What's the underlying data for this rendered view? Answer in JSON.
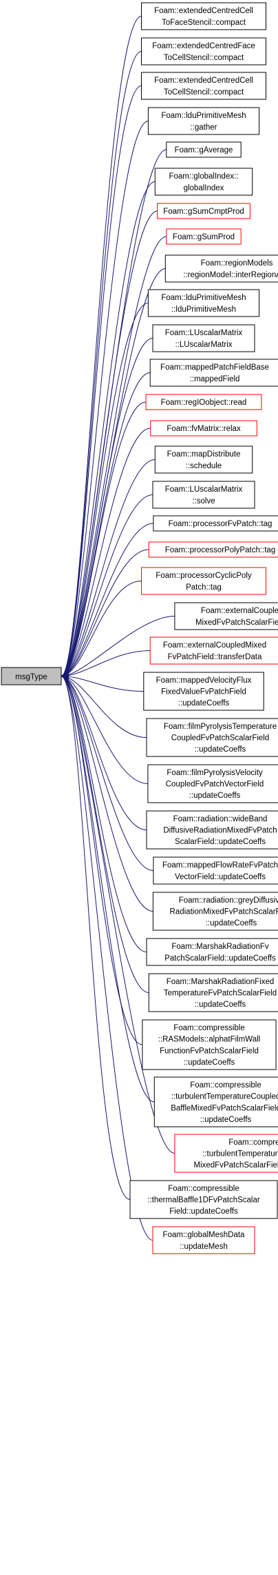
{
  "root": {
    "label": "msgType"
  },
  "colors": {
    "edge": "#191970",
    "box_black": "#000000",
    "box_red": "#ff0000",
    "root_fill": "#bfbfbf"
  },
  "callers": [
    {
      "lines": [
        "Foam::extendedCentredCell",
        "ToFaceStencil::compact"
      ],
      "border": "black"
    },
    {
      "lines": [
        "Foam::extendedCentredFace",
        "ToCellStencil::compact"
      ],
      "border": "black"
    },
    {
      "lines": [
        "Foam::extendedCentredCell",
        "ToCellStencil::compact"
      ],
      "border": "black"
    },
    {
      "lines": [
        "Foam::lduPrimitiveMesh",
        "::gather"
      ],
      "border": "black"
    },
    {
      "lines": [
        "Foam::gAverage"
      ],
      "border": "black"
    },
    {
      "lines": [
        "Foam::globalIndex::",
        "globalIndex"
      ],
      "border": "black"
    },
    {
      "lines": [
        "Foam::gSumCmptProd"
      ],
      "border": "red"
    },
    {
      "lines": [
        "Foam::gSumProd"
      ],
      "border": "red"
    },
    {
      "lines": [
        "Foam::regionModels",
        "::regionModel::interRegionAMI"
      ],
      "border": "black"
    },
    {
      "lines": [
        "Foam::lduPrimitiveMesh",
        "::lduPrimitiveMesh"
      ],
      "border": "black"
    },
    {
      "lines": [
        "Foam::LUscalarMatrix",
        "::LUscalarMatrix"
      ],
      "border": "black"
    },
    {
      "lines": [
        "Foam::mappedPatchFieldBase",
        "::mappedField"
      ],
      "border": "black"
    },
    {
      "lines": [
        "Foam::regIOobject::read"
      ],
      "border": "red"
    },
    {
      "lines": [
        "Foam::fvMatrix::relax"
      ],
      "border": "red"
    },
    {
      "lines": [
        "Foam::mapDistribute",
        "::schedule"
      ],
      "border": "black"
    },
    {
      "lines": [
        "Foam::LUscalarMatrix",
        "::solve"
      ],
      "border": "black"
    },
    {
      "lines": [
        "Foam::processorFvPatch::tag"
      ],
      "border": "black"
    },
    {
      "lines": [
        "Foam::processorPolyPatch::tag"
      ],
      "border": "red"
    },
    {
      "lines": [
        "Foam::processorCyclicPoly",
        "Patch::tag"
      ],
      "border": "red"
    },
    {
      "lines": [
        "Foam::externalCoupledTemperature",
        "MixedFvPatchScalarField::transferData"
      ],
      "border": "black"
    },
    {
      "lines": [
        "Foam::externalCoupledMixed",
        "FvPatchField::transferData"
      ],
      "border": "red"
    },
    {
      "lines": [
        "Foam::mappedVelocityFlux",
        "FixedValueFvPatchField",
        "::updateCoeffs"
      ],
      "border": "black"
    },
    {
      "lines": [
        "Foam::filmPyrolysisTemperature",
        "CoupledFvPatchScalarField",
        "::updateCoeffs"
      ],
      "border": "black"
    },
    {
      "lines": [
        "Foam::filmPyrolysisVelocity",
        "CoupledFvPatchVectorField",
        "::updateCoeffs"
      ],
      "border": "black"
    },
    {
      "lines": [
        "Foam::radiation::wideBand",
        "DiffusiveRadiationMixedFvPatch",
        "ScalarField::updateCoeffs"
      ],
      "border": "black"
    },
    {
      "lines": [
        "Foam::mappedFlowRateFvPatch",
        "VectorField::updateCoeffs"
      ],
      "border": "black"
    },
    {
      "lines": [
        "Foam::radiation::greyDiffusive",
        "RadiationMixedFvPatchScalarField",
        "::updateCoeffs"
      ],
      "border": "black"
    },
    {
      "lines": [
        "Foam::MarshakRadiationFv",
        "PatchScalarField::updateCoeffs"
      ],
      "border": "black"
    },
    {
      "lines": [
        "Foam::MarshakRadiationFixed",
        "TemperatureFvPatchScalarField",
        "::updateCoeffs"
      ],
      "border": "black"
    },
    {
      "lines": [
        "Foam::compressible",
        "::RASModels::alphatFilmWall",
        "FunctionFvPatchScalarField",
        "::updateCoeffs"
      ],
      "border": "black"
    },
    {
      "lines": [
        "Foam::compressible",
        "::turbulentTemperatureCoupled",
        "BaffleMixedFvPatchScalarField",
        "::updateCoeffs"
      ],
      "border": "black"
    },
    {
      "lines": [
        "Foam::compressible",
        "::turbulentTemperatureRadCoupled",
        "MixedFvPatchScalarField::updateCoeffs"
      ],
      "border": "red"
    },
    {
      "lines": [
        "Foam::compressible",
        "::thermalBaffle1DFvPatchScalar",
        "Field::updateCoeffs"
      ],
      "border": "black"
    },
    {
      "lines": [
        "Foam::globalMeshData",
        "::updateMesh"
      ],
      "border": "red"
    }
  ]
}
